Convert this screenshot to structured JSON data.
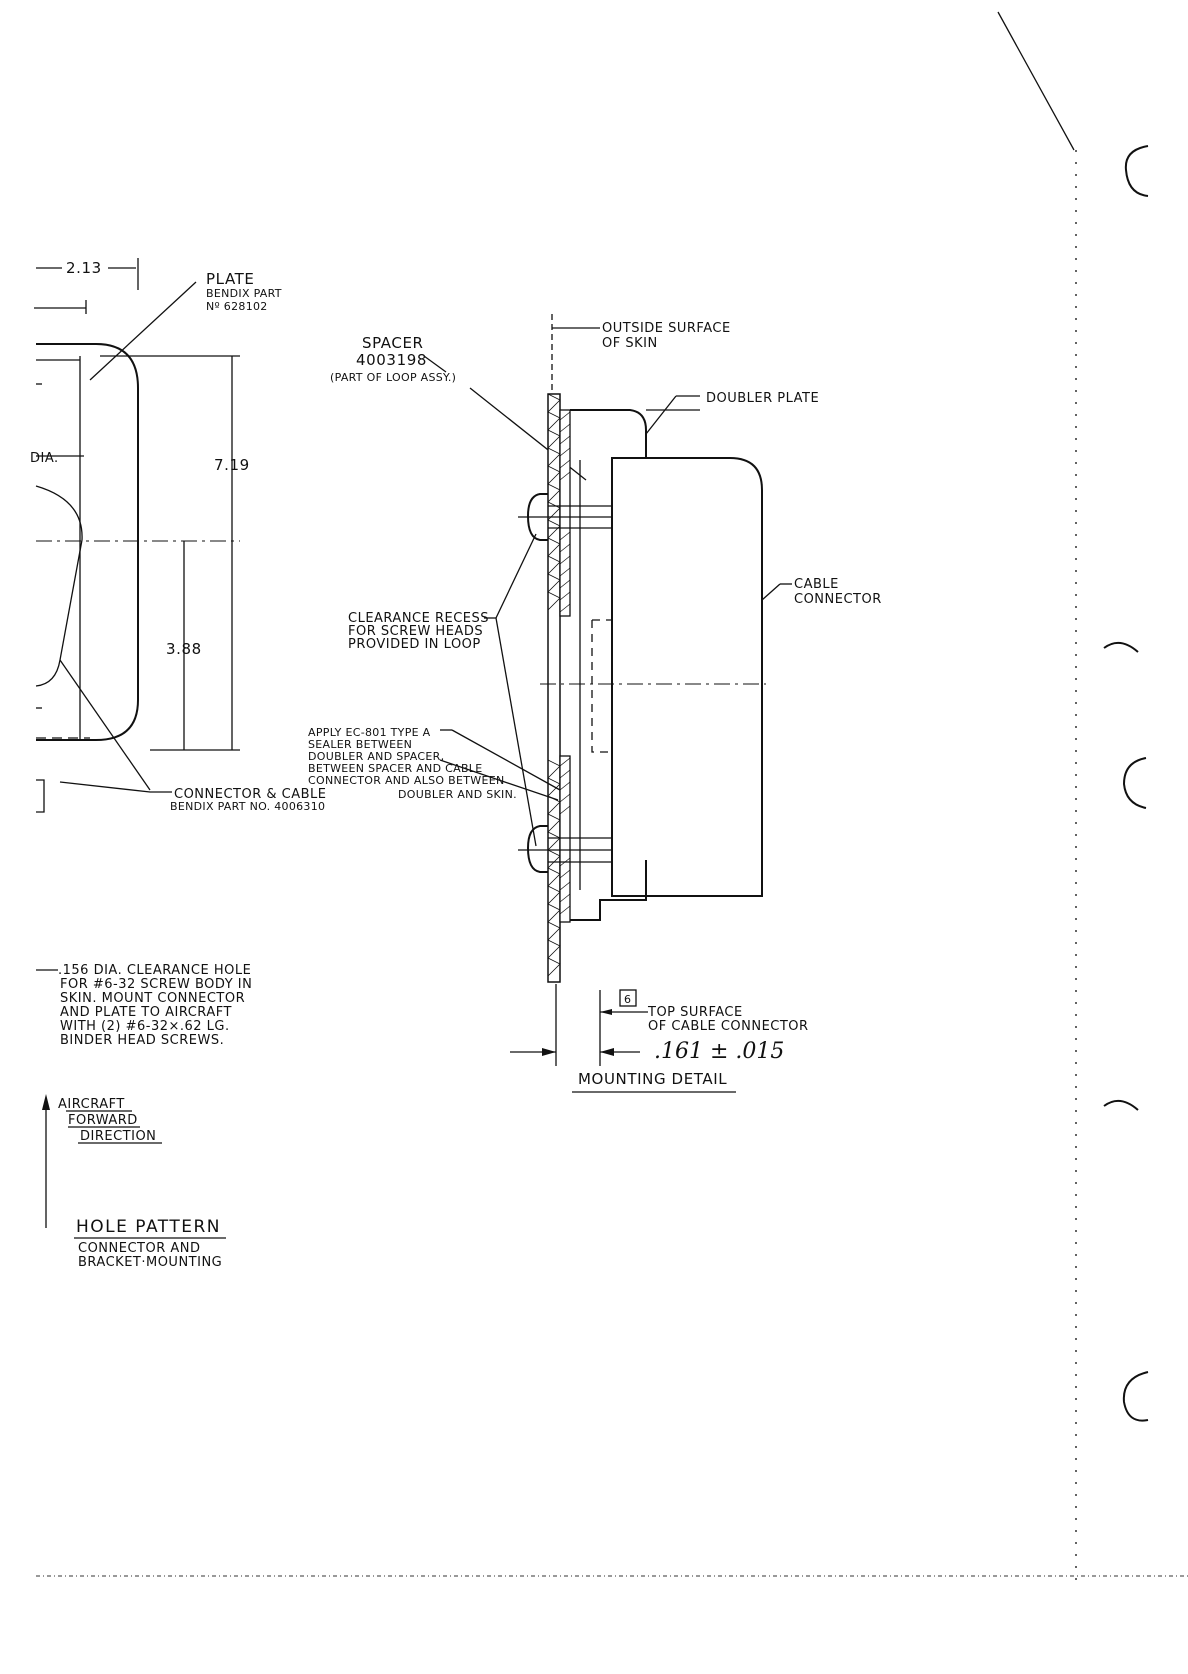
{
  "hole_pattern": {
    "dim_width": "2.13",
    "dim_height": "7.19",
    "dim_center": "3.88",
    "dia_fragment": "DIA.",
    "plate_label": [
      "PLATE",
      "BENDIX PART",
      "Nº 628102"
    ],
    "connector_label": [
      "CONNECTOR & CABLE",
      "BENDIX PART NO. 4006310"
    ],
    "clearance_note": [
      ".156 DIA. CLEARANCE HOLE",
      "FOR #6-32 SCREW BODY IN",
      "SKIN. MOUNT CONNECTOR",
      "AND PLATE TO AIRCRAFT",
      "WITH (2) #6-32×.62 LG.",
      "BINDER HEAD SCREWS."
    ],
    "direction": [
      "AIRCRAFT",
      "FORWARD",
      "DIRECTION"
    ],
    "title": "HOLE PATTERN",
    "subtitle": [
      "CONNECTOR AND",
      "BRACKET·MOUNTING"
    ]
  },
  "mounting_detail": {
    "spacer_label": [
      "SPACER",
      "4003198",
      "(PART OF LOOP ASSY.)"
    ],
    "outside_surface": [
      "OUTSIDE SURFACE",
      "OF SKIN"
    ],
    "doubler_plate": "DOUBLER PLATE",
    "cable_connector": [
      "CABLE",
      "CONNECTOR"
    ],
    "clearance_recess": [
      "CLEARANCE RECESS",
      "FOR SCREW HEADS",
      "PROVIDED IN LOOP"
    ],
    "sealer_note": [
      "APPLY EC-801 TYPE A",
      "SEALER BETWEEN",
      "DOUBLER AND SPACER,",
      "BETWEEN SPACER AND CABLE",
      "CONNECTOR AND ALSO BETWEEN",
      "DOUBLER AND SKIN."
    ],
    "flag_symbol": "6",
    "top_surface": [
      "TOP SURFACE",
      "OF CABLE CONNECTOR"
    ],
    "dimension": ".161 ± .015",
    "title": "MOUNTING DETAIL"
  }
}
